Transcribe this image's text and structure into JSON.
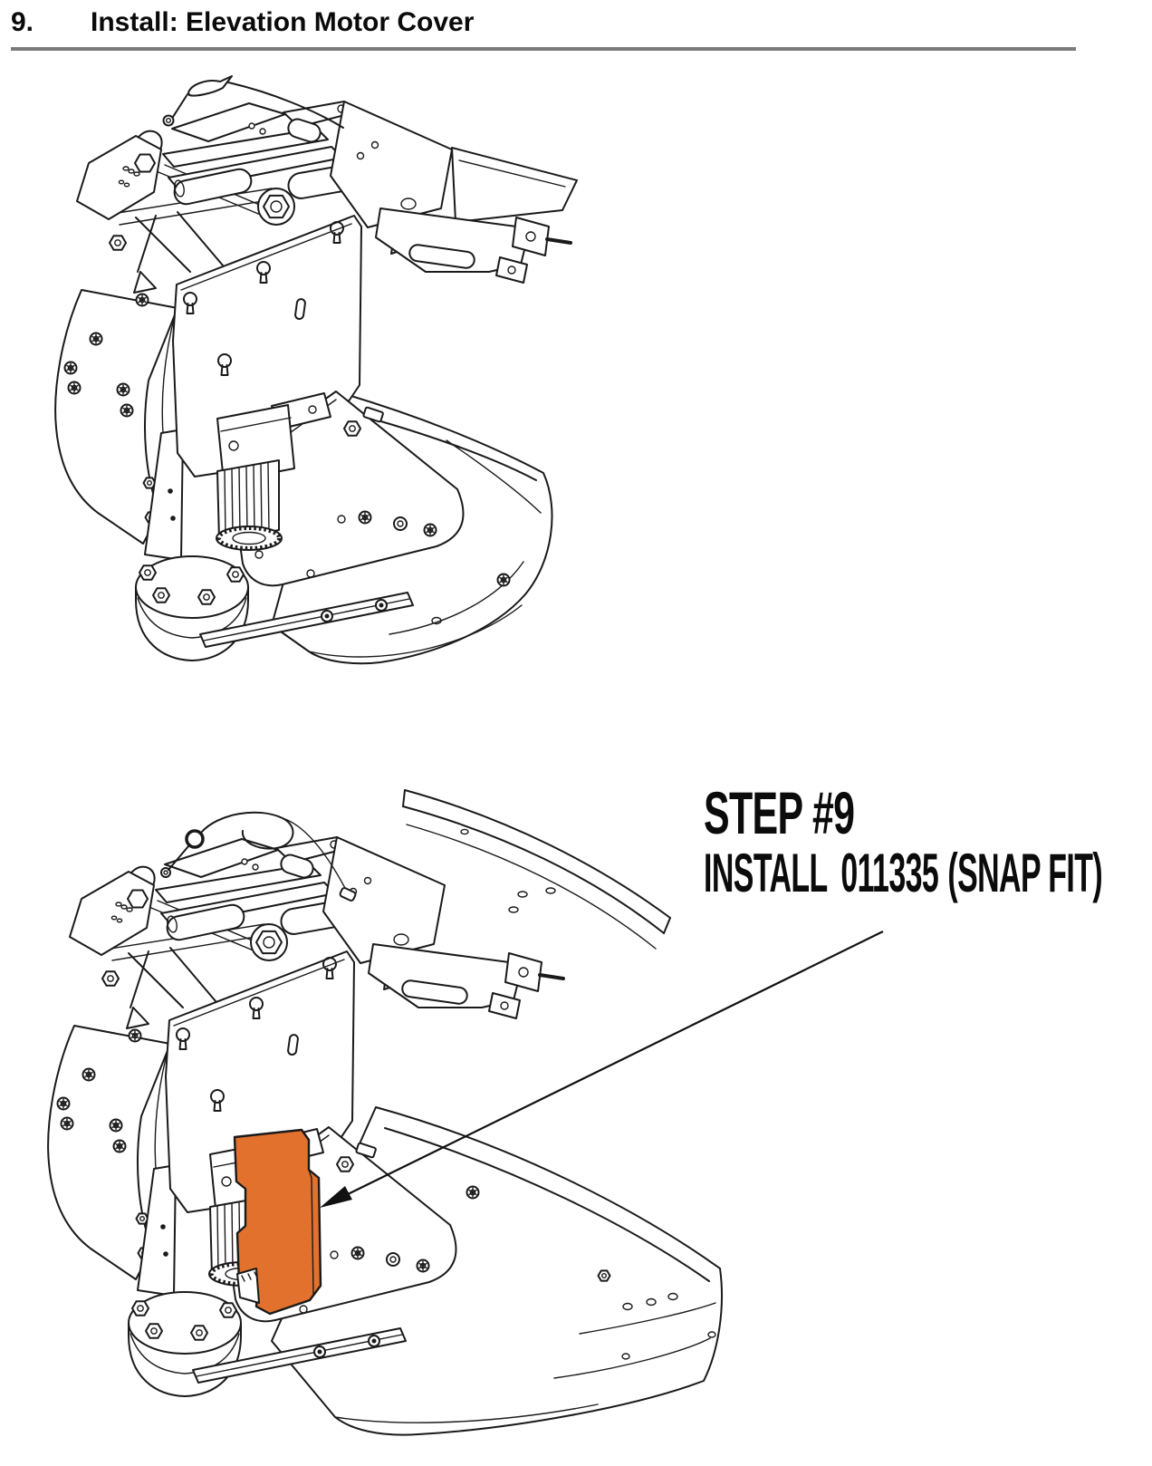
{
  "header": {
    "number": "9.",
    "title": "Install: Elevation Motor Cover"
  },
  "callout": {
    "step_title": "STEP #9",
    "action": "INSTALL",
    "part_number": "011335",
    "fit_note": "(SNAP FIT)"
  },
  "colors": {
    "cover_highlight": "#E2712E",
    "drawing_line": "#1a1a1a",
    "divider_gray": "#7b7b7b",
    "arrow_black": "#111111"
  }
}
